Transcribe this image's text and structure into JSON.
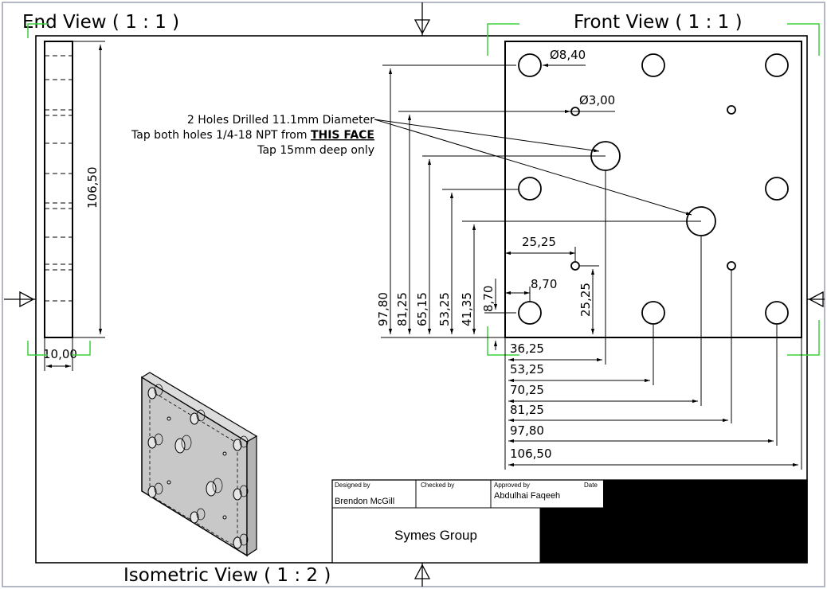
{
  "views": {
    "end_view_label": "End View ( 1 : 1 )",
    "front_view_label": "Front View ( 1 : 1 )",
    "isometric_view_label": "Isometric View ( 1 : 2 )"
  },
  "end_view": {
    "height_dim": "106,50",
    "width_dim": "10,00"
  },
  "front_view": {
    "hole_large_dim": "Ø8,40",
    "hole_small_dim": "Ø3,00",
    "note_line1": "2 Holes Drilled 11.1mm Diameter",
    "note_line2_prefix": "Tap both holes 1/4-18 NPT from ",
    "note_line2_emph": "THIS FACE",
    "note_line3": "Tap 15mm deep only",
    "vertical_dims": [
      "97,80",
      "81,25",
      "65,15",
      "53,25",
      "41,35",
      "8,70"
    ],
    "dim_25_25_horizontal": "25,25",
    "dim_25_25_vertical": "25,25",
    "dim_8_70_horizontal": "8,70",
    "horizontal_dims": [
      "36,25",
      "53,25",
      "70,25",
      "81,25",
      "97,80",
      "106,50"
    ]
  },
  "title_block": {
    "designed_by_label": "Designed by",
    "designed_by_value": "Brendon McGill",
    "checked_by_label": "Checked by",
    "approved_by_label": "Approved by",
    "approved_by_value": "Abdulhai Faqeeh",
    "date_label": "Date",
    "company": "Symes Group"
  },
  "colors": {
    "line": "#000000",
    "crop_marks": "#3cd23c",
    "part_fill": "#c8c8c8",
    "redaction": "#000000"
  }
}
